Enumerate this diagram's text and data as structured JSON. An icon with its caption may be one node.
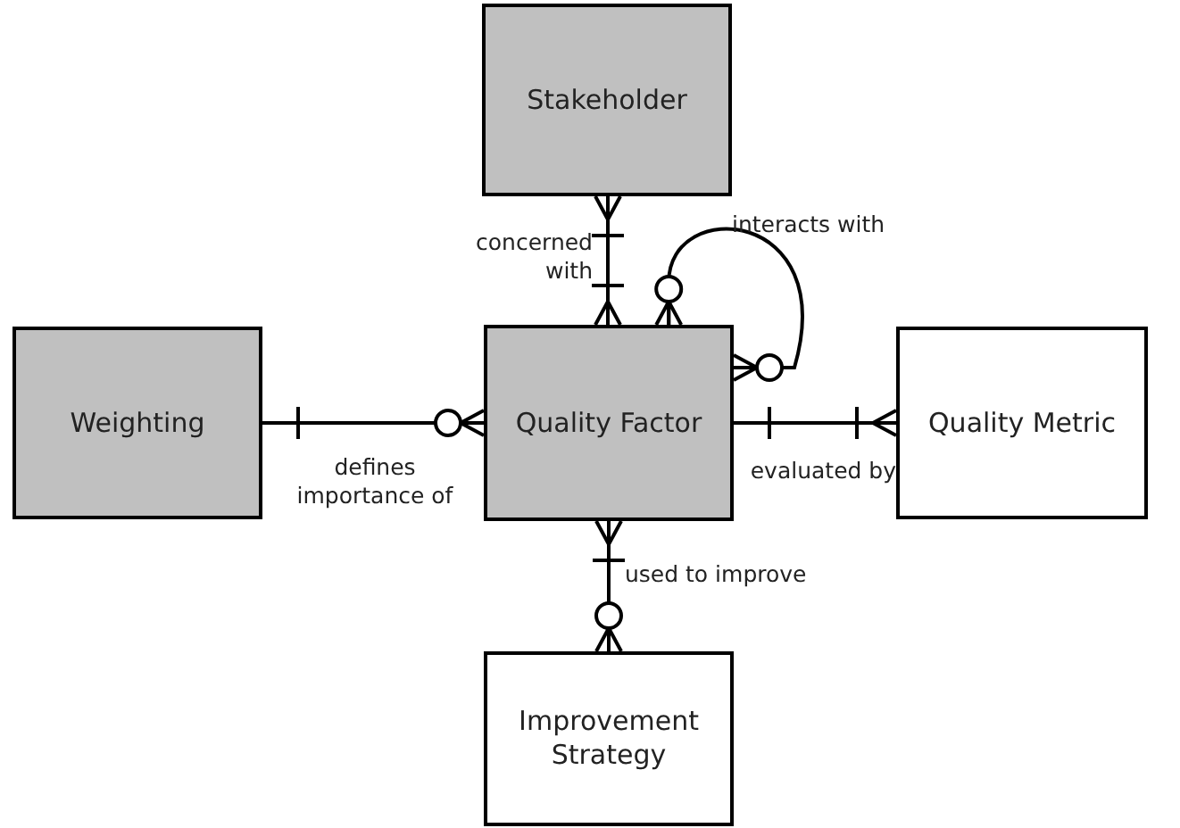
{
  "diagram": {
    "nodes": [
      {
        "text": [
          "Stakeholder"
        ]
      },
      {
        "text": [
          "Weighting"
        ]
      },
      {
        "text": [
          "Quality Factor"
        ]
      },
      {
        "text": [
          "Quality Metric"
        ]
      },
      {
        "text": [
          "Improvement Strategy"
        ]
      }
    ],
    "edges": [
      {
        "from": 0,
        "to": 2,
        "arrow": "other",
        "label": "concerned with"
      },
      {
        "from": 2,
        "to": 2,
        "arrow": "other",
        "label": "interacts with"
      },
      {
        "from": 1,
        "to": 2,
        "arrow": "other",
        "label": "defines importance of"
      },
      {
        "from": 2,
        "to": 3,
        "arrow": "other",
        "label": "evaluated by"
      },
      {
        "from": 2,
        "to": 4,
        "arrow": "other",
        "label": "used to improve"
      }
    ]
  }
}
